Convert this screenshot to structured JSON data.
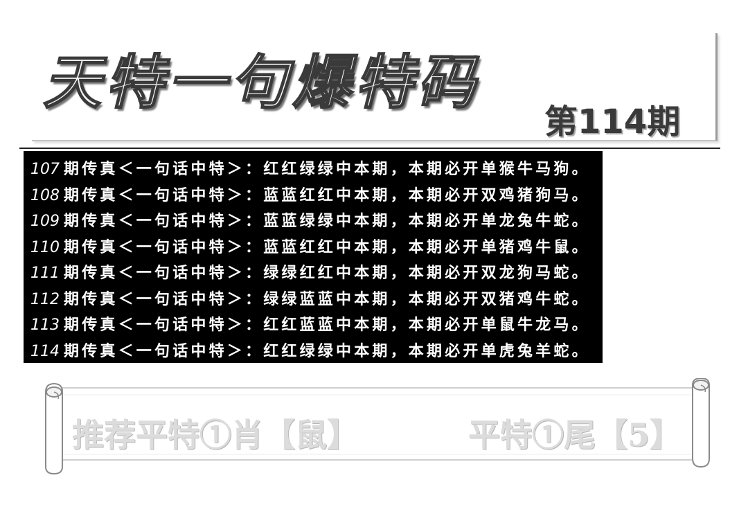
{
  "header": {
    "title": "天特一句爆特码",
    "issue": "第114期"
  },
  "records": [
    {
      "period": "107",
      "text": "期传真＜一句话中特＞：红红绿绿中本期，本期必开单猴牛马狗。"
    },
    {
      "period": "108",
      "text": "期传真＜一句话中特＞：蓝蓝红红中本期，本期必开双鸡猪狗马。"
    },
    {
      "period": "109",
      "text": "期传真＜一句话中特＞：蓝蓝绿绿中本期，本期必开单龙兔牛蛇。"
    },
    {
      "period": "110",
      "text": "期传真＜一句话中特＞：蓝蓝红红中本期，本期必开单猪鸡牛鼠。"
    },
    {
      "period": "111",
      "text": "期传真＜一句话中特＞：绿绿红红中本期，本期必开双龙狗马蛇。"
    },
    {
      "period": "112",
      "text": "期传真＜一句话中特＞：绿绿蓝蓝中本期，本期必开双猪鸡牛蛇。"
    },
    {
      "period": "113",
      "text": "期传真＜一句话中特＞：红红蓝蓝中本期，本期必开单鼠牛龙马。"
    },
    {
      "period": "114",
      "text": "期传真＜一句话中特＞：红红绿绿中本期，本期必开单虎兔羊蛇。"
    }
  ],
  "banner": {
    "left_text": "推荐平特①肖【鼠】",
    "right_text": "平特①尾【5】"
  }
}
